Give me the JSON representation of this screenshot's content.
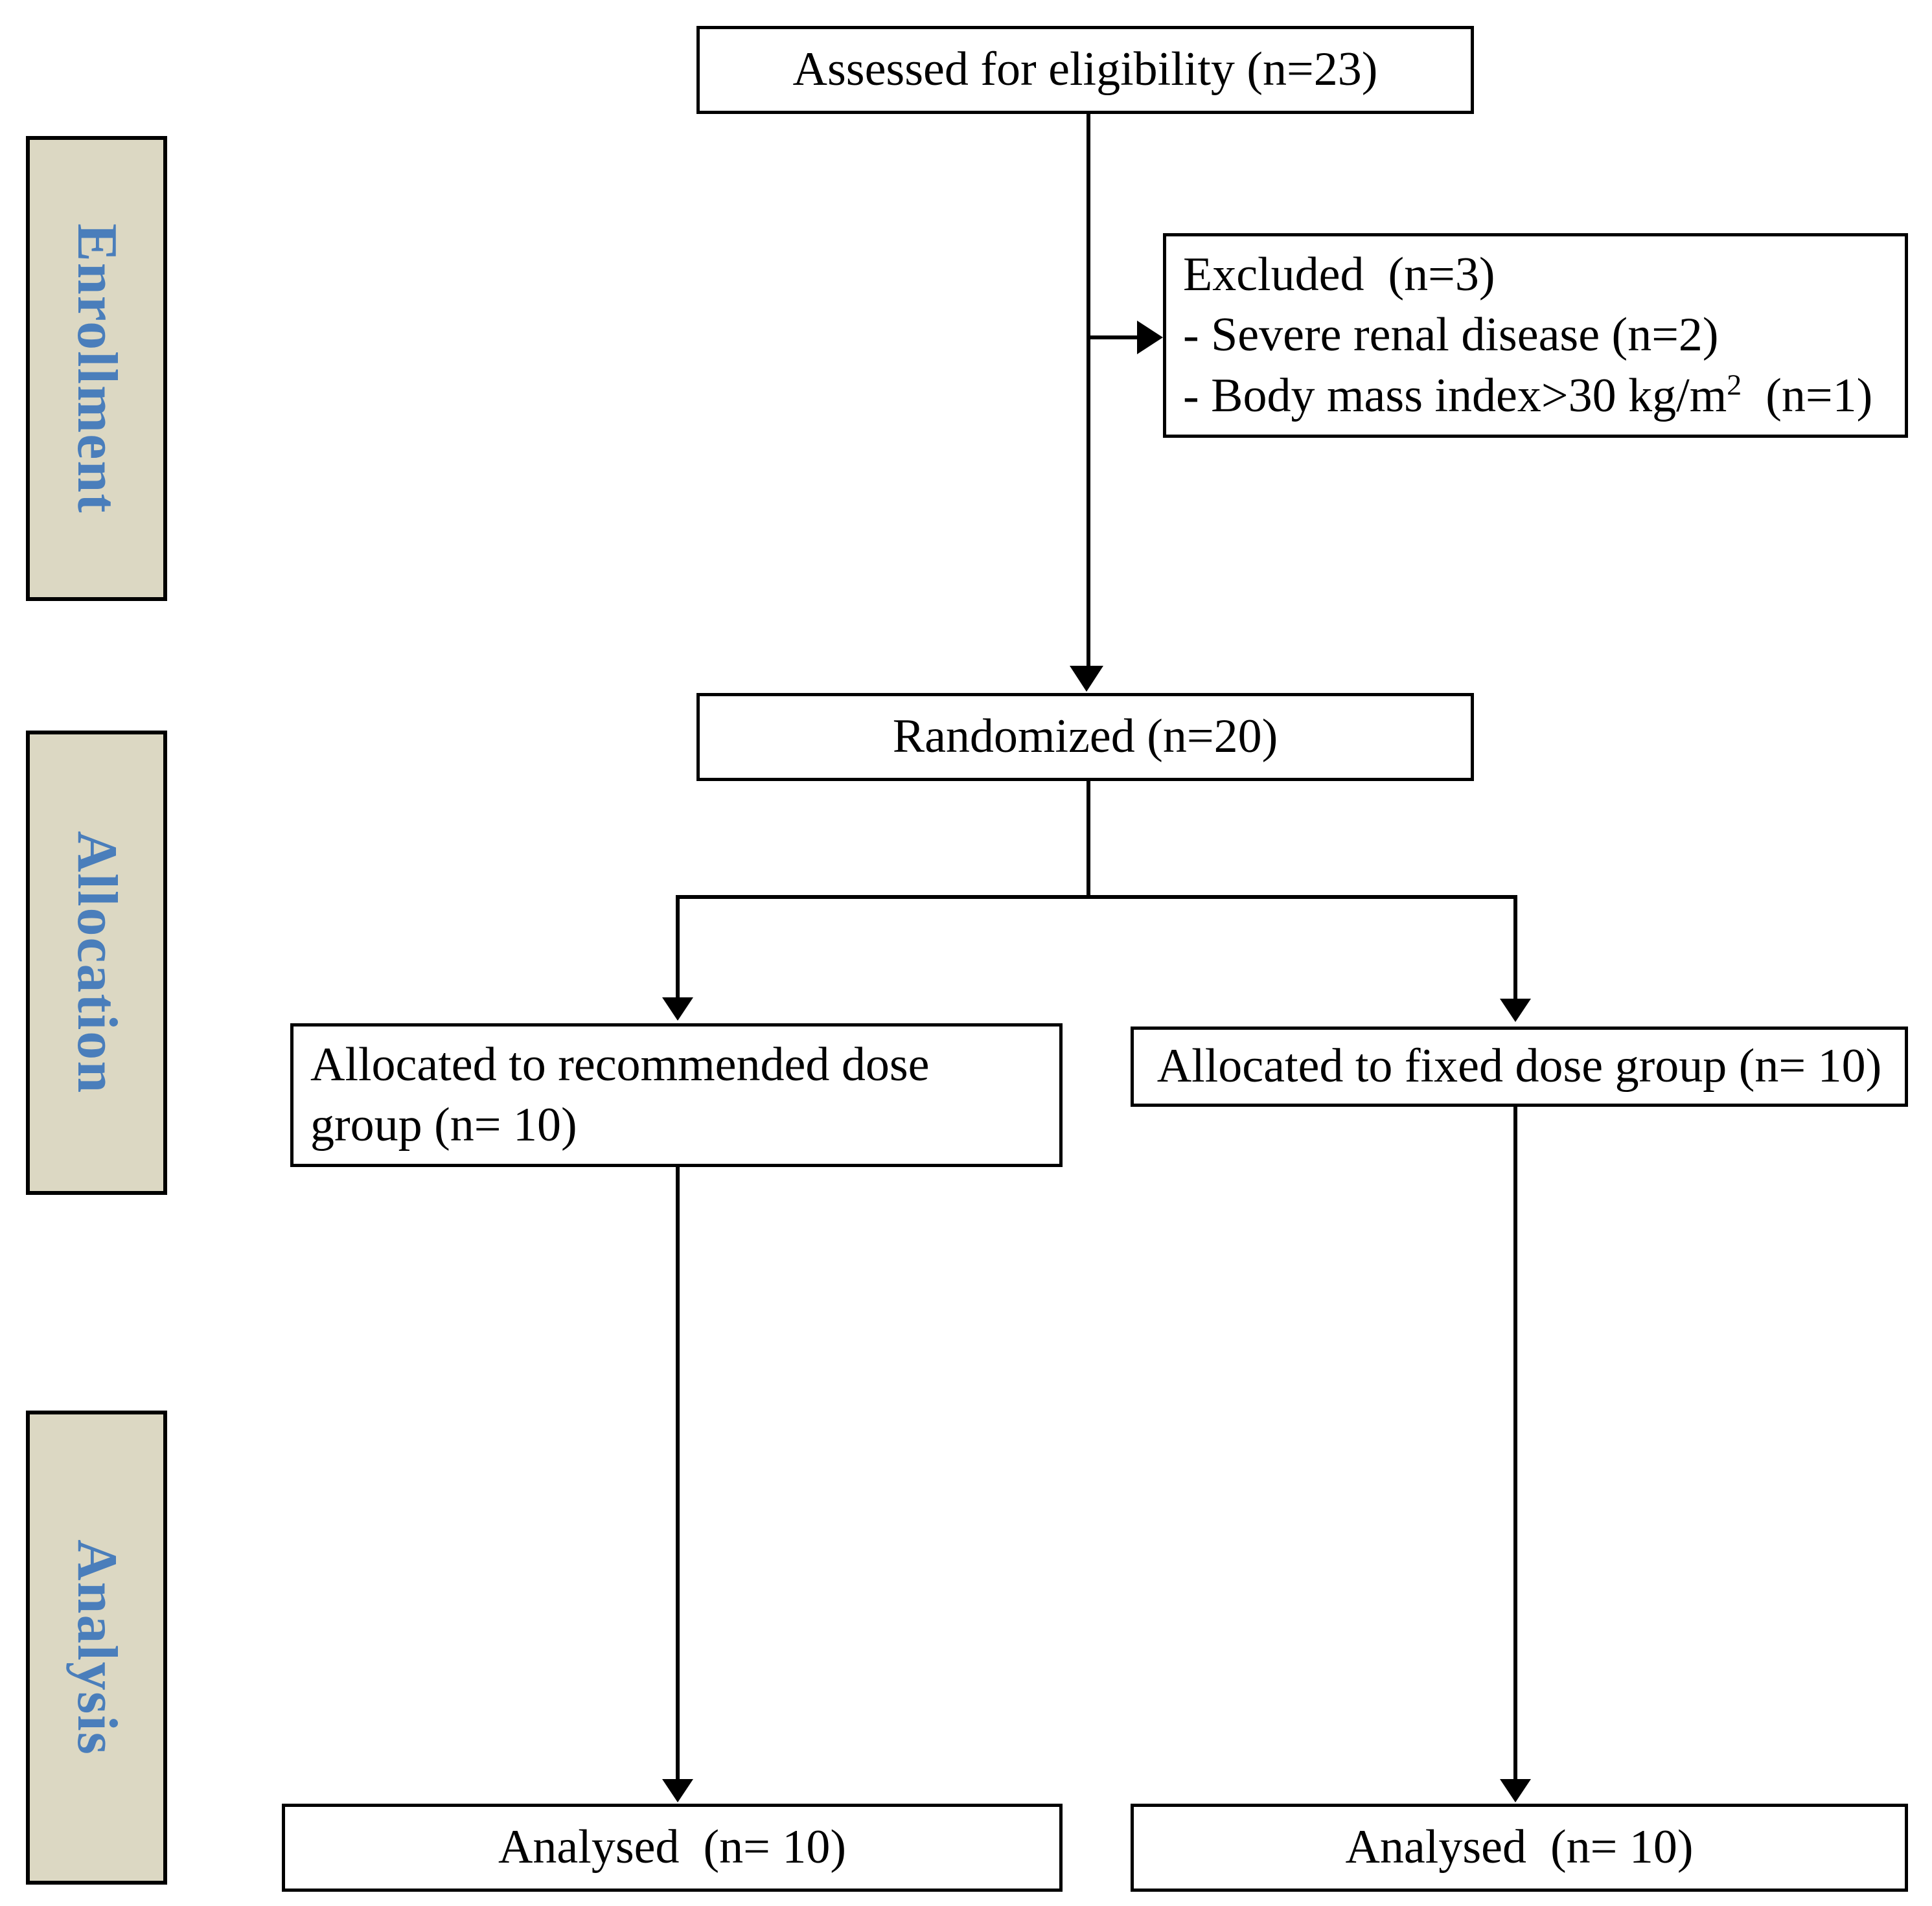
{
  "diagram": {
    "type": "consort-flow-diagram",
    "title": "CONSORT participant flow diagram",
    "colors": {
      "stage_panel_fill": "#dcd8c3",
      "stage_label_text": "#4a7ebb",
      "box_border": "#000000",
      "box_fill": "#ffffff",
      "connector": "#000000",
      "background": "#ffffff"
    }
  },
  "stages": [
    {
      "id": "enrollment",
      "label": "Enrollment"
    },
    {
      "id": "allocation",
      "label": "Allocation"
    },
    {
      "id": "analysis",
      "label": "Analysis"
    }
  ],
  "boxes": {
    "assessed": {
      "id": "assessed-for-eligibility",
      "text": "Assessed for eligibility (n=23)",
      "n": 23
    },
    "excluded": {
      "id": "excluded",
      "heading": "Excluded  (n=3)",
      "n": 3,
      "reasons": [
        {
          "text_before": "- Severe renal disease (n=2)",
          "sup": "",
          "text_after": "",
          "n": 2
        },
        {
          "text_before": "- Body mass index>30 kg/m",
          "sup": "2",
          "text_after": "  (n=1)",
          "n": 1
        }
      ]
    },
    "randomized": {
      "id": "randomized",
      "text": "Randomized (n=20)",
      "n": 20
    },
    "allocated_left": {
      "id": "allocated-recommended-dose",
      "line1": "Allocated to recommended dose",
      "line2": "group (n= 10)",
      "n": 10
    },
    "allocated_right": {
      "id": "allocated-fixed-dose",
      "text": "Allocated to fixed dose group (n= 10)",
      "n": 10
    },
    "analysed_left": {
      "id": "analysed-recommended-dose",
      "text": "Analysed  (n= 10)",
      "n": 10
    },
    "analysed_right": {
      "id": "analysed-fixed-dose",
      "text": "Analysed  (n= 10)",
      "n": 10
    }
  },
  "chart_data": {
    "type": "diagram",
    "title": "CONSORT participant flow diagram",
    "nodes": [
      {
        "id": "assessed",
        "label": "Assessed for eligibility (n=23)",
        "stage": "Enrollment",
        "n": 23
      },
      {
        "id": "excluded",
        "label": "Excluded  (n=3)",
        "stage": "Enrollment",
        "n": 3
      },
      {
        "id": "randomized",
        "label": "Randomized (n=20)",
        "stage": "Allocation",
        "n": 20
      },
      {
        "id": "allocated_left",
        "label": "Allocated to recommended dose group (n= 10)",
        "stage": "Allocation",
        "n": 10
      },
      {
        "id": "allocated_right",
        "label": "Allocated to fixed dose group (n= 10)",
        "stage": "Allocation",
        "n": 10
      },
      {
        "id": "analysed_left",
        "label": "Analysed  (n= 10)",
        "stage": "Analysis",
        "n": 10
      },
      {
        "id": "analysed_right",
        "label": "Analysed  (n= 10)",
        "stage": "Analysis",
        "n": 10
      }
    ],
    "edges": [
      {
        "from": "assessed",
        "to": "excluded",
        "direction": "right"
      },
      {
        "from": "assessed",
        "to": "randomized",
        "direction": "down"
      },
      {
        "from": "randomized",
        "to": "allocated_left",
        "direction": "down-left"
      },
      {
        "from": "randomized",
        "to": "allocated_right",
        "direction": "down-right"
      },
      {
        "from": "allocated_left",
        "to": "analysed_left",
        "direction": "down"
      },
      {
        "from": "allocated_right",
        "to": "analysed_right",
        "direction": "down"
      }
    ],
    "exclusion_reasons": [
      {
        "reason": "Severe renal disease",
        "n": 2
      },
      {
        "reason": "Body mass index>30 kg/m2",
        "n": 1
      }
    ]
  }
}
